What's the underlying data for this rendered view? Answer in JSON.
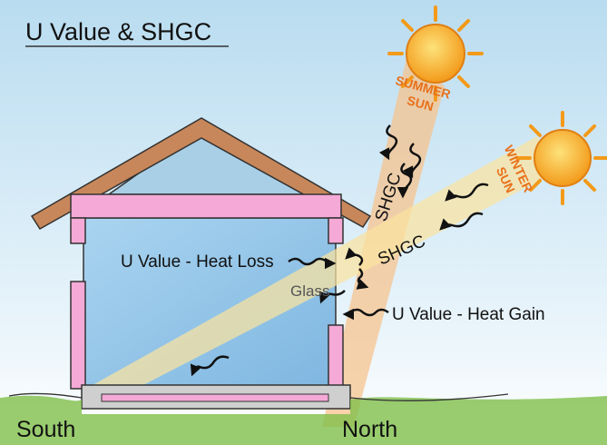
{
  "title": "U Value & SHGC",
  "labels": {
    "summer_sun": [
      "SUMMER",
      "SUN"
    ],
    "winter_sun": [
      "WINTER",
      "SUN"
    ],
    "shgc_summer": "SHGC",
    "shgc_winter": "SHGC",
    "u_value_heat_loss": "U Value - Heat Loss",
    "u_value_heat_gain": "U Value - Heat Gain",
    "glass": "Glass",
    "south": "South",
    "north": "North"
  },
  "colors": {
    "sky_top": "#b9dcf0",
    "wall_pink": "#f4a9d6",
    "roof_brown": "#c8875a",
    "window_blue": "#8fc4e8",
    "summer_beam": "#f6c28a",
    "winter_beam": "#fbe3a0",
    "sun": "#f7a822",
    "grass": "#6fae3a"
  },
  "icons": [
    "summer-sun-icon",
    "winter-sun-icon",
    "squiggly-arrow-icon"
  ]
}
